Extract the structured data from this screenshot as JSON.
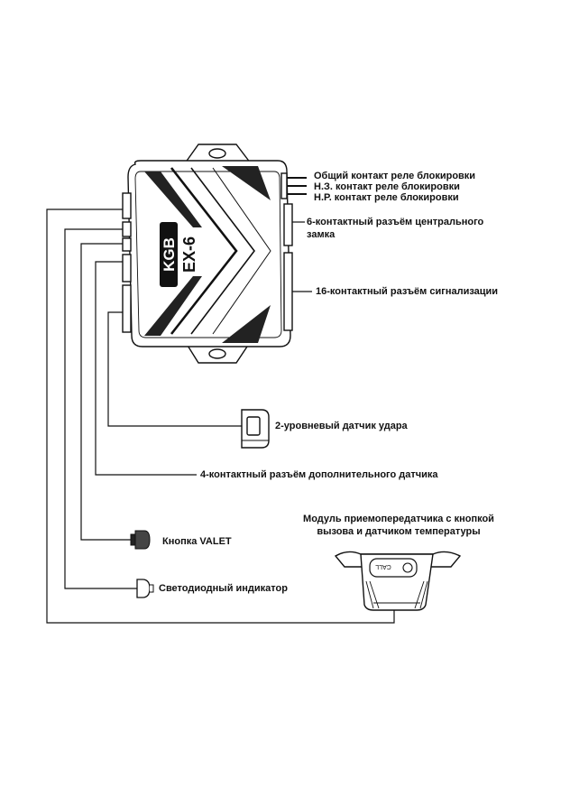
{
  "unit": {
    "brand": "KGB",
    "model": "EX-6"
  },
  "labels": {
    "relay_common": "Общий контакт реле блокировки",
    "relay_nc": "Н.З. контакт реле блокировки",
    "relay_no": "Н.Р. контакт реле блокировки",
    "lock_connector_line1": "6-контактный разъём центрального",
    "lock_connector_line2": "замка",
    "alarm_connector": "16-контактный разъём сигнализации",
    "shock_sensor": "2-уровневый датчик удара",
    "extra_sensor_connector": "4-контактный разъём дополнительного датчика",
    "transceiver_line1": "Модуль приемопередатчика с кнопкой",
    "transceiver_line2": "вызова и датчиком температуры",
    "valet_button": "Кнопка VALET",
    "led_indicator": "Светодиодный индикатор"
  },
  "transceiver": {
    "button_label": "CALL"
  },
  "colors": {
    "ink": "#111111",
    "body_fill": "#ffffff",
    "shade": "#222222"
  }
}
